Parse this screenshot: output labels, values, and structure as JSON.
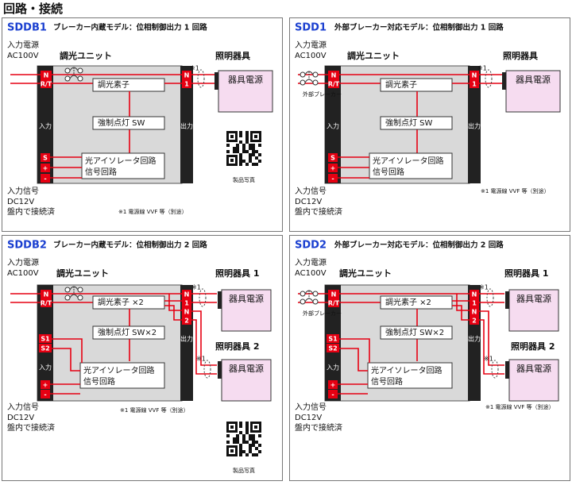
{
  "page_title": "回路・接続",
  "labels": {
    "input_power": "入力電源",
    "ac": "AC100V",
    "dimmer_unit": "調光ユニット",
    "fixture": "照明器具",
    "fixture1": "照明器具 1",
    "fixture2": "照明器具 2",
    "fixture_power": "器具電源",
    "dim_element": "調光素子",
    "dim_element_x2": "調光素子 ×2",
    "force_on": "強制点灯 SW",
    "force_on_x2": "強制点灯 SW×2",
    "photo_isolator": "光アイソレータ回路",
    "signal_circuit": "信号回路",
    "input_side": "入力",
    "output_side": "出力",
    "input_signal": "入力信号",
    "dc": "DC12V",
    "panel_connect": "盤内で接続済",
    "note": "※1 電源線 VVF 等（別途）",
    "star1": "※1",
    "ext_breaker": "外部ブレーカー",
    "product_photo": "製品写真",
    "term_n": "N",
    "term_rt": "R/T",
    "term_1": "1",
    "term_2": "2",
    "term_s": "S",
    "term_s1": "S1",
    "term_s2": "S2",
    "term_plus": "+",
    "term_minus": "-"
  },
  "panels": [
    {
      "model": "SDDB1",
      "desc": "ブレーカー内蔵モデル：位相制御出力 1 回路"
    },
    {
      "model": "SDD1",
      "desc": "外部ブレーカー対応モデル：位相制御出力 1 回路"
    },
    {
      "model": "SDDB2",
      "desc": "ブレーカー内蔵モデル：位相制御出力 2 回路"
    },
    {
      "model": "SDD2",
      "desc": "外部ブレーカー対応モデル：位相制御出力 2 回路"
    }
  ],
  "colors": {
    "model": "#1a3fd0",
    "wire": "#e60012",
    "terminal": "#e60012",
    "unit_bg": "#d9d9d9",
    "strip": "#222222",
    "fixture_bg": "#f6dcf0"
  }
}
